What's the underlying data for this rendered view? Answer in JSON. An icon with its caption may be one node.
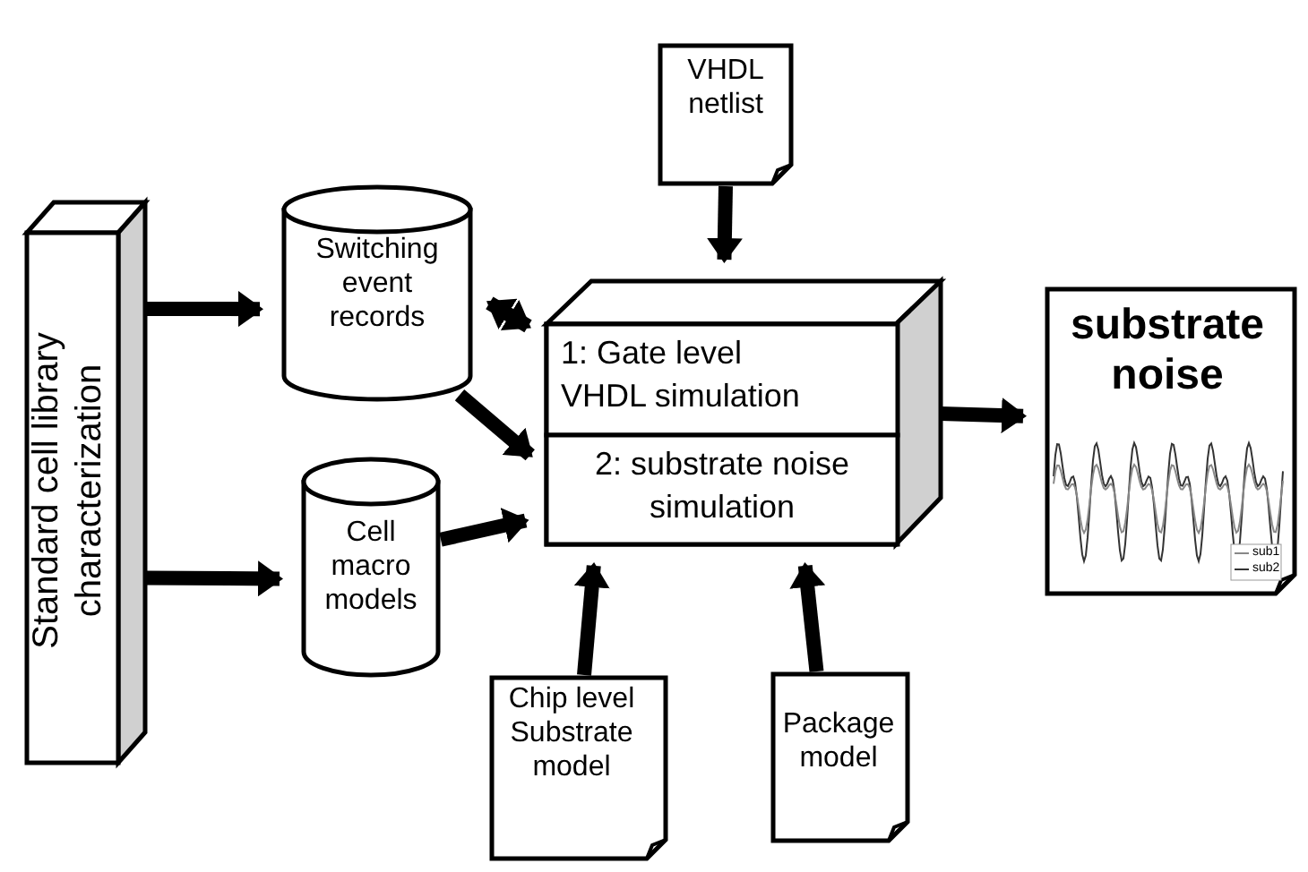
{
  "diagram": {
    "nodes": [
      {
        "text": [
          "Standard cell library characterization"
        ]
      },
      {
        "text": [
          "Switching event records"
        ]
      },
      {
        "text": [
          "Cell macro models"
        ]
      },
      {
        "text": [
          "VHDL netlist"
        ]
      },
      {
        "text": [],
        "shape": "box"
      },
      {
        "text": [
          "1: Gate level VHDL simulation"
        ],
        "in": 4
      },
      {
        "text": [
          "2: substrate noise simulation"
        ],
        "in": 4
      },
      {
        "text": [
          "substrate noise"
        ]
      },
      {
        "text": [
          "Chip level Substrate model"
        ]
      },
      {
        "text": [
          "Package model"
        ]
      }
    ],
    "edges": [
      {
        "from": 0,
        "to": 1,
        "arrow": "to"
      },
      {
        "from": 0,
        "to": 2,
        "arrow": "to"
      },
      {
        "from": 1,
        "to": 5,
        "arrow": "both"
      },
      {
        "from": 1,
        "to": 6,
        "arrow": "to"
      },
      {
        "from": 2,
        "to": 6,
        "arrow": "to"
      },
      {
        "from": 3,
        "to": 4,
        "arrow": "to"
      },
      {
        "from": 4,
        "to": 7,
        "arrow": "to"
      },
      {
        "from": 8,
        "to": 6,
        "arrow": "to"
      },
      {
        "from": 9,
        "to": 6,
        "arrow": "to"
      }
    ],
    "legend": [
      {
        "text": "sub1"
      },
      {
        "text": "sub2"
      }
    ]
  }
}
